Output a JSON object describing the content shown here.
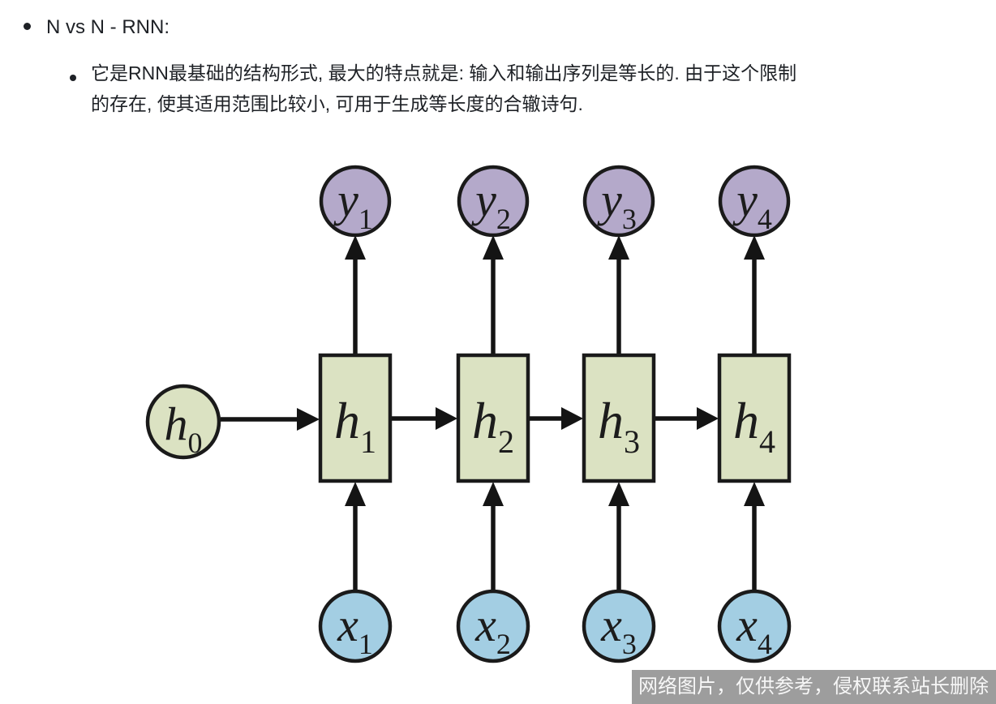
{
  "content": {
    "title": "N vs N - RNN:",
    "description_line1": "它是RNN最基础的结构形式, 最大的特点就是: 输入和输出序列是等长的. 由于这个限制",
    "description_line2": "的存在, 使其适用范围比较小, 可用于生成等长度的合辙诗句."
  },
  "diagram": {
    "type": "rnn-unrolled-n-vs-n",
    "initial_node": {
      "base": "h",
      "sub": "0"
    },
    "hidden_nodes": [
      {
        "base": "h",
        "sub": "1"
      },
      {
        "base": "h",
        "sub": "2"
      },
      {
        "base": "h",
        "sub": "3"
      },
      {
        "base": "h",
        "sub": "4"
      }
    ],
    "output_nodes": [
      {
        "base": "y",
        "sub": "1"
      },
      {
        "base": "y",
        "sub": "2"
      },
      {
        "base": "y",
        "sub": "3"
      },
      {
        "base": "y",
        "sub": "4"
      }
    ],
    "input_nodes": [
      {
        "base": "x",
        "sub": "1"
      },
      {
        "base": "x",
        "sub": "2"
      },
      {
        "base": "x",
        "sub": "3"
      },
      {
        "base": "x",
        "sub": "4"
      }
    ],
    "colors": {
      "output_fill": "#b4a9ca",
      "hidden_fill": "#dbe2c2",
      "input_fill": "#a3cee3",
      "stroke": "#1a1a1a",
      "arrow": "#141414"
    }
  },
  "watermark": {
    "text": "网络图片，仅供参考，侵权联系站长删除"
  }
}
